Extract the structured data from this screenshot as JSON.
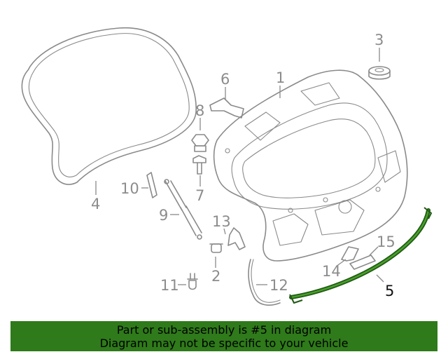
{
  "callouts": {
    "c1": "1",
    "c2": "2",
    "c3": "3",
    "c4": "4",
    "c5": "5",
    "c6": "6",
    "c7": "7",
    "c8": "8",
    "c9": "9",
    "c10": "10",
    "c11": "11",
    "c12": "12",
    "c13": "13",
    "c14": "14",
    "c15": "15"
  },
  "highlight_part": "5",
  "colors": {
    "banner_bg": "#2f7a1a",
    "highlight_stroke": "#1f5a14",
    "part_stroke": "#8a8a8a"
  },
  "banner": {
    "line1": "Part or sub-assembly is #5 in diagram",
    "line2": "Diagram may not be specific to your vehicle"
  }
}
